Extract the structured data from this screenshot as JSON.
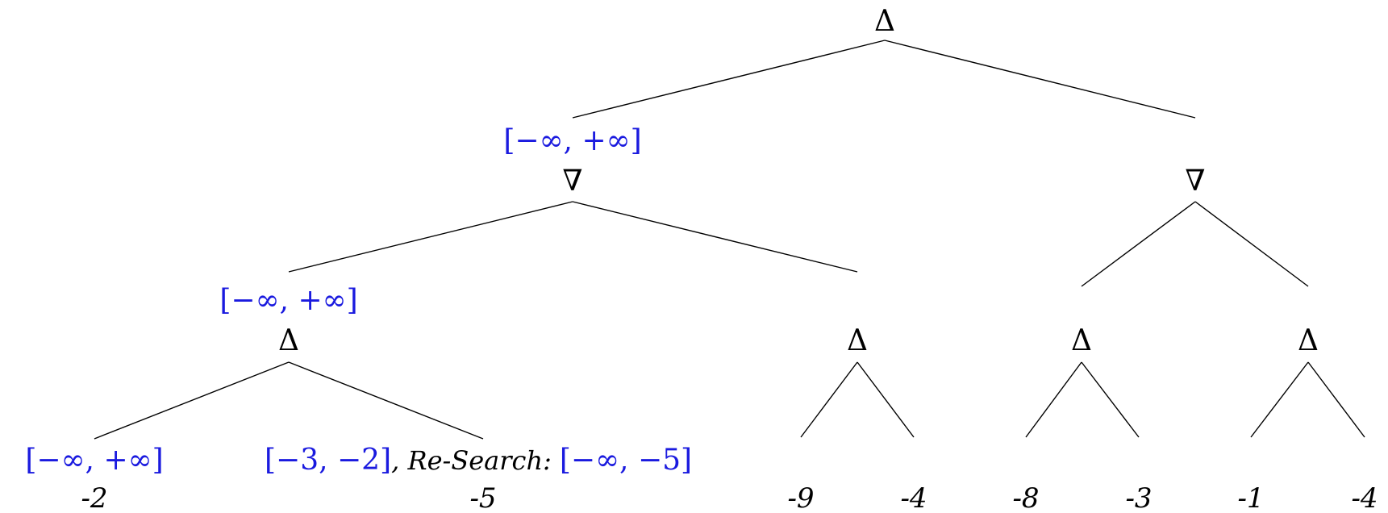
{
  "colors": {
    "window": "#1a1adf",
    "ink": "#000000"
  },
  "symbols": {
    "max": "Δ",
    "min": "∇"
  },
  "nodes": {
    "root": {
      "type": "max"
    },
    "a": {
      "type": "min",
      "window": "[−∞, +∞]"
    },
    "b": {
      "type": "min"
    },
    "aa": {
      "type": "max",
      "window": "[−∞, +∞]"
    },
    "ab": {
      "type": "max"
    },
    "ba": {
      "type": "max"
    },
    "bb": {
      "type": "max"
    },
    "leaf1": {
      "value": "-2",
      "window": "[−∞, +∞]"
    },
    "leaf2": {
      "value": "-5",
      "window": "[−3, −2]",
      "research_label": ", Re-Search:",
      "research_window": "[−∞, −5]"
    },
    "leaf3": {
      "value": "-9"
    },
    "leaf4": {
      "value": "-4"
    },
    "leaf5": {
      "value": "-8"
    },
    "leaf6": {
      "value": "-3"
    },
    "leaf7": {
      "value": "-1"
    },
    "leaf8": {
      "value": "-4"
    }
  }
}
